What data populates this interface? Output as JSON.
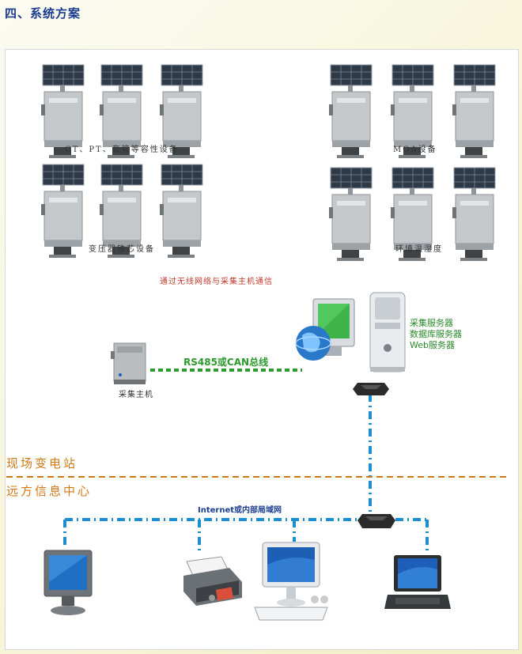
{
  "heading": "四、系统方案",
  "groups": {
    "ct": "CT、PT、套管等容性设备",
    "moa": "MOA设备",
    "transformer": "变压器铁芯设备",
    "environment": "环境温湿度"
  },
  "wireless_note": "通过无线网络与采集主机通信",
  "host_label": "采集主机",
  "bus_label": "RS485或CAN总线",
  "server_labels": [
    "采集服务器",
    "数据库服务器",
    "Web服务器"
  ],
  "site_top": "现场变电站",
  "site_bottom": "远方信息中心",
  "network_label": "Internet或内部局域网",
  "colors": {
    "heading": "#1b3d8f",
    "orange": "#d07a16",
    "green_dashed": "#2c9a2c",
    "blue_network": "#1a8ed1",
    "red_note": "#c0392b"
  }
}
